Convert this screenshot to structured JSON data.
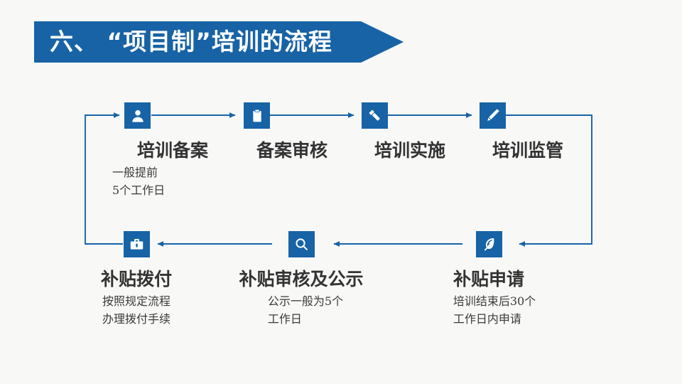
{
  "slide": {
    "background_color": "#f8f8f7",
    "accent_color": "#1763a6",
    "heading_color": "#333333"
  },
  "title": {
    "text": "六、 “项目制”培训的流程"
  },
  "flow": {
    "row1": [
      {
        "icon": "user-icon",
        "title": "培训备案",
        "desc_lines": [
          "一般提前",
          "5个工作日"
        ]
      },
      {
        "icon": "clipboard-icon",
        "title": "备案审核",
        "desc_lines": []
      },
      {
        "icon": "flashlight-icon",
        "title": "培训实施",
        "desc_lines": []
      },
      {
        "icon": "pencil-icon",
        "title": "培训监管",
        "desc_lines": []
      }
    ],
    "row2": [
      {
        "icon": "briefcase-icon",
        "title": "补贴拨付",
        "desc_lines": [
          "按照规定流程",
          "办理拨付手续"
        ]
      },
      {
        "icon": "search-icon",
        "title": "补贴审核及公示",
        "desc_lines": [
          "公示一般为5个",
          "工作日"
        ]
      },
      {
        "icon": "feather-icon",
        "title": "补贴申请",
        "desc_lines": [
          "培训结束后30个",
          "工作日内申请"
        ]
      }
    ]
  }
}
